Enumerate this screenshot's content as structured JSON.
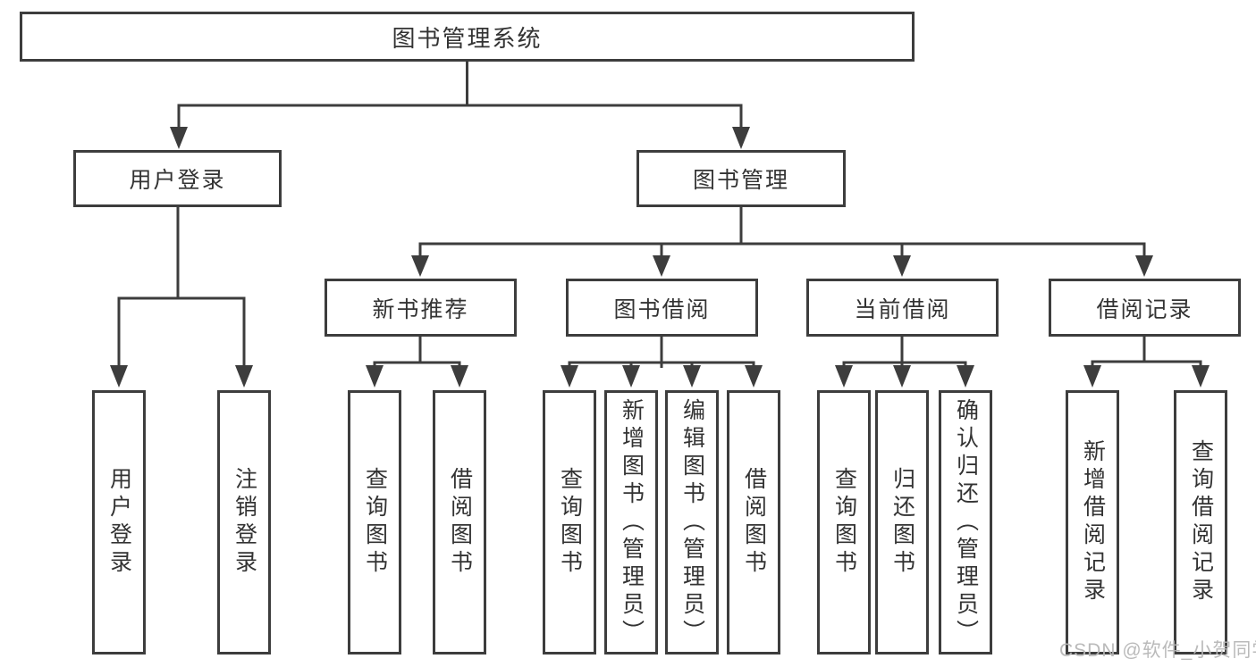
{
  "diagram_type": "hierarchy-tree",
  "colors": {
    "line": "#3d3d3d",
    "box_border": "#3d3d3d",
    "box_background": "#ffffff",
    "text": "#333333",
    "watermark": "#b6b6b6"
  },
  "nodes": {
    "root": {
      "label": "图书管理系统"
    },
    "user_login": {
      "label": "用户登录"
    },
    "book_management": {
      "label": "图书管理"
    },
    "new_book_recommend": {
      "label": "新书推荐"
    },
    "book_borrow": {
      "label": "图书借阅"
    },
    "current_borrow": {
      "label": "当前借阅"
    },
    "borrow_record": {
      "label": "借阅记录"
    },
    "leaves": {
      "user_login": {
        "label": "用户登录"
      },
      "logout": {
        "label": "注销登录"
      },
      "recommend_query_book": {
        "label": "查询图书"
      },
      "recommend_borrow_book": {
        "label": "借阅图书"
      },
      "borrow_query_book": {
        "label": "查询图书"
      },
      "borrow_add_book": {
        "label": "新增图书（管理员）"
      },
      "borrow_edit_book": {
        "label": "编辑图书（管理员）"
      },
      "borrow_borrow_book": {
        "label": "借阅图书"
      },
      "current_query_book": {
        "label": "查询图书"
      },
      "current_return_book": {
        "label": "归还图书"
      },
      "current_confirm_return": {
        "label": "确认归还（管理员）"
      },
      "record_add_record": {
        "label": "新增借阅记录"
      },
      "record_query_record": {
        "label": "查询借阅记录"
      }
    }
  },
  "watermark": {
    "text": "CSDN @软件_小贺同学"
  }
}
